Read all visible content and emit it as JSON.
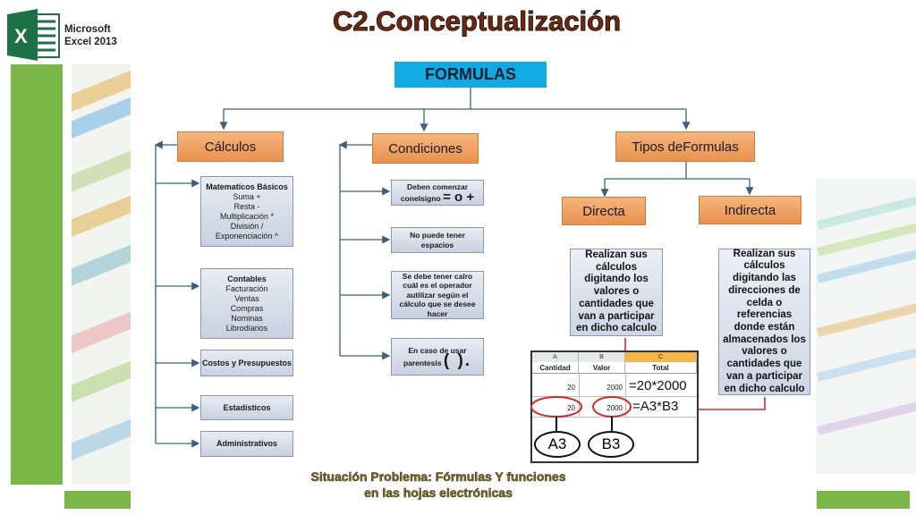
{
  "brand": {
    "line1": "Microsoft",
    "line2": "Excel 2013",
    "logo_letter": "X"
  },
  "slide_title": "C2.Conceptualización",
  "diagram": {
    "root": "FORMULAS",
    "branches": {
      "calculos": "Cálculos",
      "condiciones": "Condiciones",
      "tipos": "Tipos deFormulas"
    },
    "calculos_items": {
      "matematicos": {
        "title": "Matematicos Básicos",
        "lines": [
          "Suma  +",
          "Resta -",
          "Multiplicación *",
          "División /",
          "Exponenciación  ^"
        ]
      },
      "contables": {
        "title": "Contables",
        "lines": [
          "Facturación",
          "Ventas",
          "Compras",
          "Nominas",
          "Librodiarios"
        ]
      },
      "costos": "Costos y Presupuestos",
      "estadisticos": "Estadísticos",
      "administrativos": "Administrativos"
    },
    "condiciones_items": {
      "comenzar_line1": "Deben comenzar",
      "comenzar_small": "conelsigno",
      "comenzar_big": "= o +",
      "espacios": "No puede tener espacios",
      "operador": "Se debe tener calro cuál es el operador autilizar según el cálculo que se desee hacer",
      "parentesis_line1": "En caso de usar",
      "parentesis_small": "parentesis",
      "parentesis_big": "( )."
    },
    "tipos_items": {
      "directa": "Directa",
      "indirecta": "Indirecta",
      "directa_desc": "Realizan sus cálculos digitando los valores o cantidades que van a participar en dicho calculo",
      "indirecta_desc": "Realizan sus cálculos digitando las direcciones de celda o referencias donde están almacenados los valores o cantidades que van a participar en dicho calculo"
    }
  },
  "spreadsheet": {
    "col_letters": [
      "A",
      "B",
      "C"
    ],
    "headers": [
      "Cantidad",
      "Valor",
      "Total"
    ],
    "rows": [
      {
        "a": "20",
        "b": "2000",
        "formula": "=20*2000"
      },
      {
        "a": "20",
        "b": "2000",
        "formula": "=A3*B3"
      }
    ],
    "callouts": [
      "A3",
      "B3"
    ]
  },
  "footer": {
    "line1": "Situación Problema:  Fórmulas Y funciones",
    "line2": "en las hojas electrónicas"
  },
  "colors": {
    "accent_green": "#7ab648",
    "formulas_blue": "#13a9e2",
    "branch_orange": "#e9914e",
    "arrow_red": "#d12b2b",
    "connector_blue": "#3d5f7a"
  }
}
